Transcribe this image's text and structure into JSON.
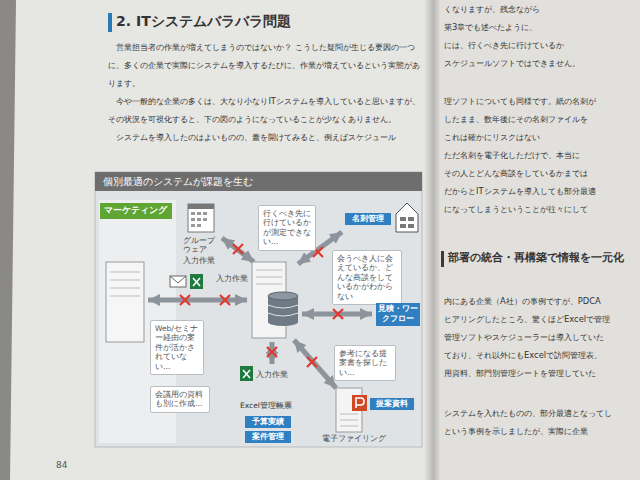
{
  "diagram": {
    "title": "個別最適のシステムが課題を生む",
    "nodes": [
      {
        "text": [
          "マーケティング"
        ]
      },
      {
        "text": [
          "行くべき先に行けているかが測定できない…"
        ]
      },
      {
        "text": [
          "名刺管理"
        ]
      },
      {
        "text": [
          "会うべき人に会えているか、どんな商談をしているかがわからない"
        ]
      },
      {
        "text": [
          "Web/セミナー経由の案件が活かされていない…"
        ]
      },
      {
        "text": [
          "見積・ワークフロー"
        ]
      },
      {
        "text": [
          "参考になる提案書を探したい…"
        ]
      },
      {
        "text": [
          "会議用の資料も別に作成…"
        ]
      },
      {
        "text": [
          "予算実績"
        ]
      },
      {
        "text": [
          "案件管理"
        ]
      },
      {
        "text": [
          "提案資料"
        ]
      }
    ],
    "labels": [
      "2. ITシステムバラバラ問題",
      "営業担当者の作業が増えてしまうのではないか？ こうした疑問が生じる要因の一つに、多くの企業で実際にシステムを導入するたびに、作業が増えているという実態があります。",
      "今や一般的な企業の多くは、大なり小なりITシステムを導入していると思いますが、その状況を可視化すると、下の図のようになっていることが少なくありません。",
      "システムを導入したのはよいものの、蓋を開けてみると、例えばスケジュール",
      "グループウェア",
      "入力作業",
      "入力作業",
      "入力作業",
      "Excel管理帳票",
      "電子ファイリング",
      "84",
      "くなりますが、残念ながら",
      "第3章でも述べたように、",
      "には、行くべき先に行けているか",
      "スケジュールソフトではできません。",
      "理ソフトについても同様です。紙の名刺が",
      "したまま、数年後にその名刺ファイルを",
      "これは確かにリスクはない",
      "ただ名刺を電子化しただけで、本当に",
      "その人とどんな商談をしているかまでは",
      "だからとITシステムを導入しても部分最適",
      "になってしまうということが往々にして",
      "部署の統合・再構築で情報を一元化",
      "内にある企業（A社）の事例ですが、PDCA",
      "ヒアリングしたところ、驚くほどExcelで管理",
      "管理ソフトやスケジューラーは導入していた",
      "ており、それ以外にもExcelで訪問管理表、",
      "用資料、部門別管理シートを管理していた",
      "システムを入れたものの、部分最適となってし",
      "という事例を示しましたが、実際に企業"
    ]
  }
}
